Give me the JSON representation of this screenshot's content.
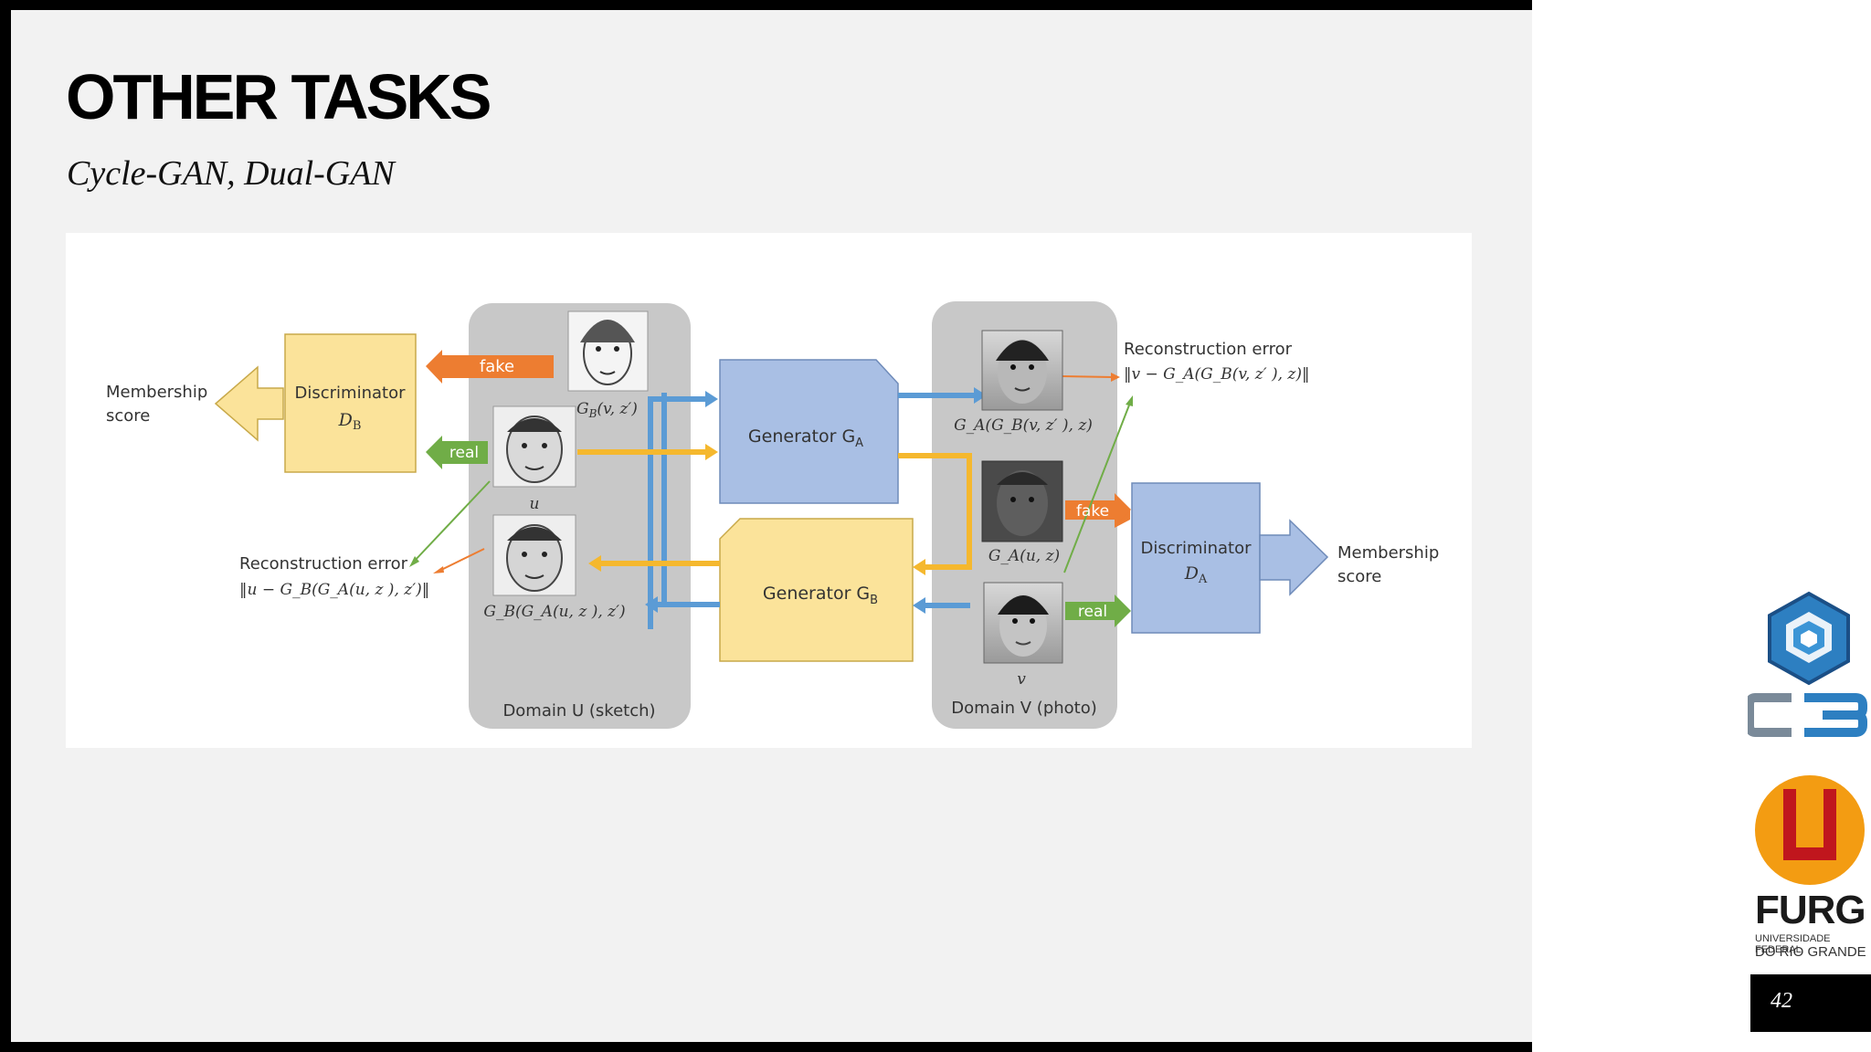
{
  "slide": {
    "title": "OTHER TASKS",
    "subtitle": "Cycle-GAN, Dual-GAN",
    "page_number": "42"
  },
  "diagram": {
    "left_membership": [
      "Membership",
      "score"
    ],
    "left_discriminator": "Discriminator",
    "left_discriminator_math": "D",
    "left_discriminator_sub": "B",
    "fake_label": "fake",
    "real_label": "real",
    "face_gb_label": "G",
    "face_gb_label_sub": "B",
    "face_gb_label_arg": "(v, z′)",
    "face_u_label": "u",
    "face_gbga_label": "G_B(G_A(u, z ), z′)",
    "left_recon": "Reconstruction error",
    "left_recon_formula": "‖u − G_B(G_A(u, z ), z′)‖",
    "domain_u": "Domain U (sketch)",
    "generator_a": "Generator G",
    "generator_a_sub": "A",
    "generator_b": "Generator G",
    "generator_b_sub": "B",
    "face_gagb_label": "G_A(G_B(v, z′ ), z)",
    "face_ga_label": "G_A(u, z)",
    "face_v_label": "v",
    "domain_v": "Domain V (photo)",
    "right_recon": "Reconstruction error",
    "right_recon_formula": "‖v − G_A(G_B(v, z′ ), z)‖",
    "right_discriminator": "Discriminator",
    "right_discriminator_math": "D",
    "right_discriminator_sub": "A",
    "right_membership": [
      "Membership",
      "score"
    ]
  },
  "logos": {
    "c3": "C3",
    "furg": "FURG",
    "furg_line1": "UNIVERSIDADE FEDERAL",
    "furg_line2": "DO RIO GRANDE"
  },
  "colors": {
    "blue_box": "#a9bfe4",
    "yellow_box": "#fbe39a",
    "orange": "#ed7d31",
    "green": "#70ad47",
    "arrow_blue": "#5b9bd5",
    "arrow_yellow": "#f5b82e",
    "domain_gray": "#c8c8c8"
  }
}
